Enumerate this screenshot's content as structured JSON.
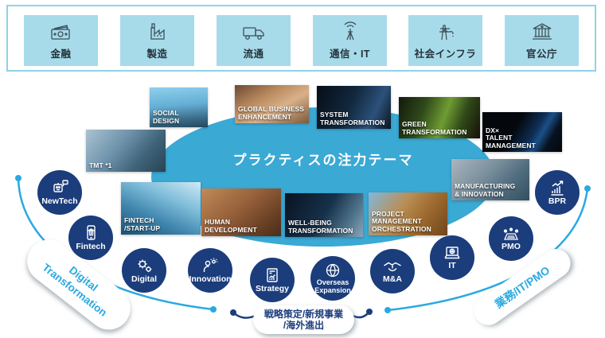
{
  "industries": [
    {
      "label": "金融",
      "icon": "banknote-icon"
    },
    {
      "label": "製造",
      "icon": "factory-icon"
    },
    {
      "label": "流通",
      "icon": "truck-icon"
    },
    {
      "label": "通信・IT",
      "icon": "antenna-icon"
    },
    {
      "label": "社会インフラ",
      "icon": "infrastructure-icon"
    },
    {
      "label": "官公庁",
      "icon": "government-icon"
    }
  ],
  "ellipse": {
    "title": "プラクティスの注力テーマ",
    "color": "#3aa9d4"
  },
  "tiles": [
    {
      "label": "SOCIAL\nDESIGN"
    },
    {
      "label": "GLOBAL BUSINESS\nENHANCEMENT"
    },
    {
      "label": "SYSTEM\nTRANSFORMATION"
    },
    {
      "label": "GREEN\nTRANSFORMATION"
    },
    {
      "label": "DX×\nTALENT\nMANAGEMENT"
    },
    {
      "label": "TMT *1"
    },
    {
      "label": "FINTECH\n/START-UP"
    },
    {
      "label": "HUMAN\nDEVELOPMENT"
    },
    {
      "label": "WELL-BEING\nTRANSFORMATION"
    },
    {
      "label": "PROJECT\nMANAGEMENT\nORCHESTRATION"
    },
    {
      "label": "MANUFACTURING\n& INNOVATION"
    }
  ],
  "circles": [
    {
      "label": "NewTech",
      "icon": "robot-icon"
    },
    {
      "label": "Fintech",
      "icon": "smartphone-icon"
    },
    {
      "label": "Digital",
      "icon": "gears-icon"
    },
    {
      "label": "Innovation",
      "icon": "idea-person-icon"
    },
    {
      "label": "Strategy",
      "icon": "chart-document-icon"
    },
    {
      "label": "Overseas\nExpansion",
      "icon": "globe-icon"
    },
    {
      "label": "M&A",
      "icon": "handshake-icon"
    },
    {
      "label": "IT",
      "icon": "laptop-icon"
    },
    {
      "label": "PMO",
      "icon": "meeting-icon"
    },
    {
      "label": "BPR",
      "icon": "growth-chart-icon"
    }
  ],
  "pills": {
    "left": "Digital\nTransformation",
    "center": "戦略策定/新規事業\n/海外進出",
    "right": "業務/IT/PMO"
  },
  "colors": {
    "tile_bg": "#a7dbe9",
    "bar_border": "#8fd3e8",
    "ellipse": "#3aa9d4",
    "navy": "#1b3d7c",
    "light_blue": "#2aa9e0"
  }
}
